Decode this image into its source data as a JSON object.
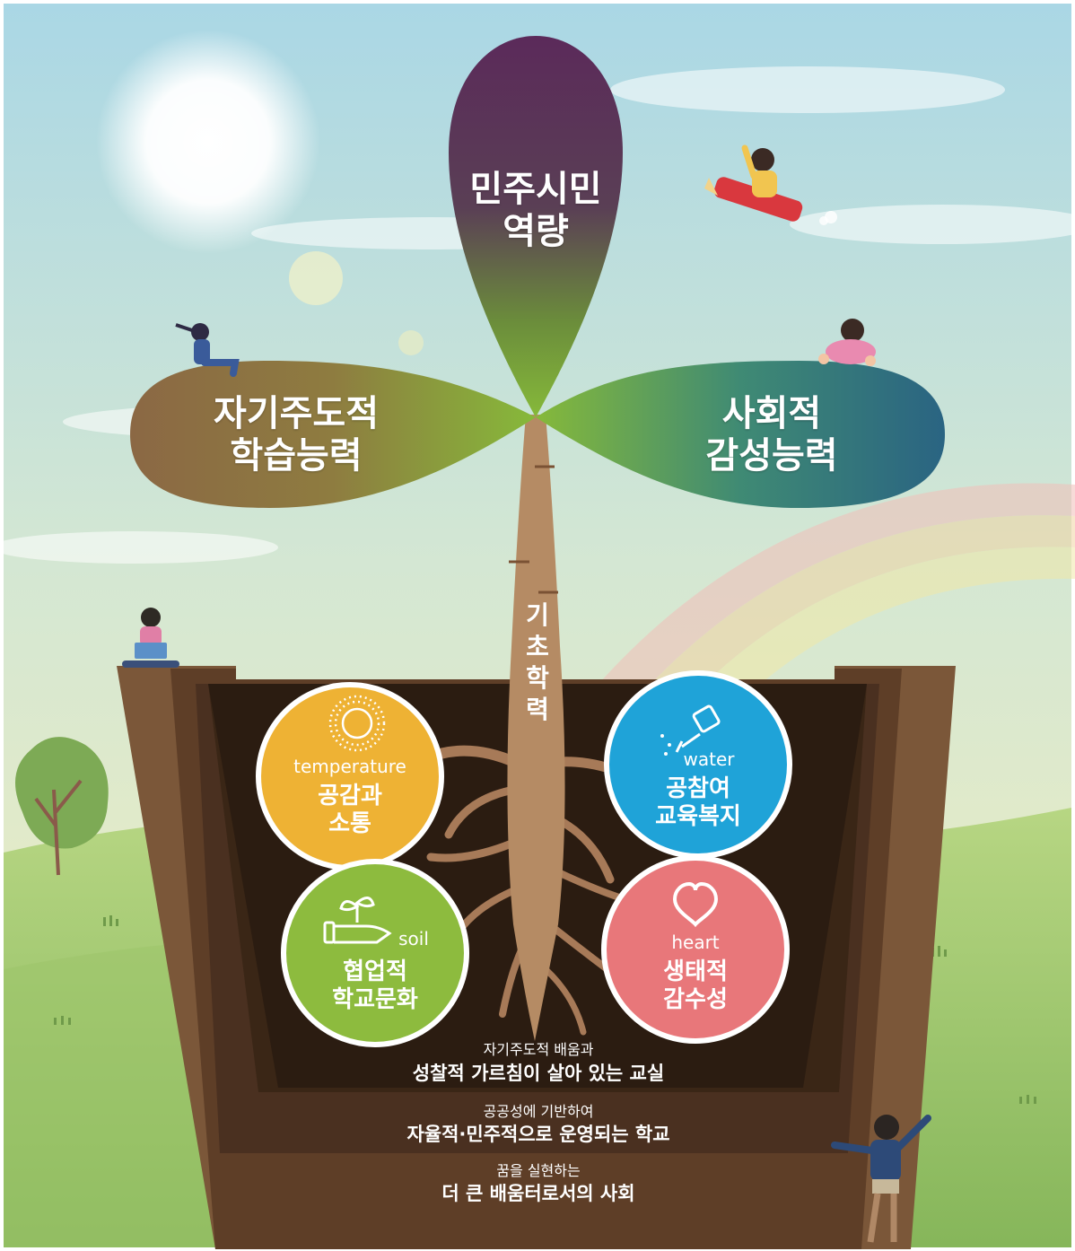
{
  "leaves": {
    "top": {
      "line1": "민주시민",
      "line2": "역량"
    },
    "left": {
      "line1": "자기주도적",
      "line2": "학습능력"
    },
    "right": {
      "line1": "사회적",
      "line2": "감성능력"
    }
  },
  "stem": {
    "chars": [
      "기",
      "초",
      "학",
      "력"
    ]
  },
  "circles": {
    "temperature": {
      "en": "temperature",
      "line1": "공감과",
      "line2": "소통",
      "icon": "sun-icon",
      "color": "#eeb234"
    },
    "water": {
      "en": "water",
      "line1": "공참여",
      "line2": "교육복지",
      "icon": "watering-can-icon",
      "color": "#1fa3d8"
    },
    "soil": {
      "en": "soil",
      "line1": "협업적",
      "line2": "학교문화",
      "icon": "sprout-hand-icon",
      "color": "#8dbb3e"
    },
    "heart": {
      "en": "heart",
      "line1": "생태적",
      "line2": "감수성",
      "icon": "heart-icon",
      "color": "#e8777a"
    }
  },
  "layers": [
    {
      "small": "자기주도적 배움과",
      "big": "성찰적 가르침이 살아 있는 교실"
    },
    {
      "small": "공공성에 기반하여",
      "big": "자율적·민주적으로 운영되는 학교"
    },
    {
      "small": "꿈을 실현하는",
      "big": "더 큰 배움터로서의 사회"
    }
  ],
  "colors": {
    "sky_top": "#a9d6e3",
    "grass": "#9cc46a",
    "pot_outer": "#7a5538",
    "pot_soil": "#2c1d12",
    "leaf_purple": "#5b2a5a",
    "leaf_brown": "#8a6a45",
    "leaf_teal": "#2a6a84",
    "leaf_green": "#86b93a"
  }
}
